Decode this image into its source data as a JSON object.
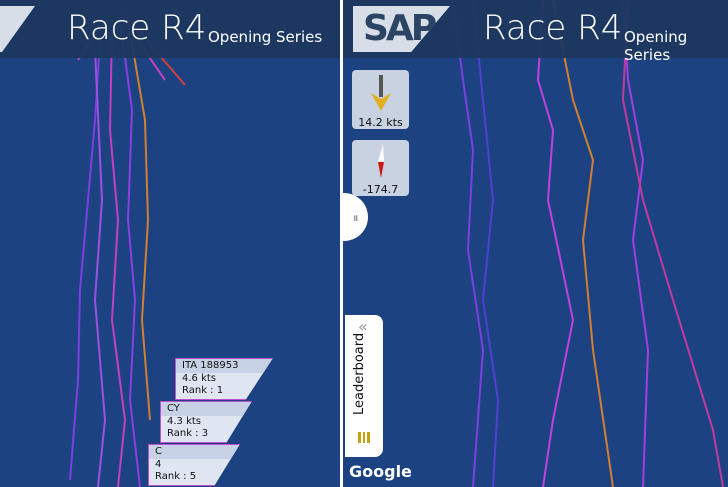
{
  "left": {
    "header": {
      "title": "Race R4",
      "subtitle": "Opening Series"
    },
    "boat_tags": [
      {
        "name": "C",
        "speed": "4",
        "rank": "Rank : 5"
      },
      {
        "name": "CY",
        "speed": "4.3 kts",
        "rank": "Rank : 3"
      },
      {
        "name": "ITA 188953",
        "speed": "4.6 kts",
        "rank": "Rank : 1"
      }
    ]
  },
  "right": {
    "header": {
      "logo": "SAP",
      "title": "Race R4",
      "subtitle": "Opening Series"
    },
    "wind": {
      "value": "14.2 kts",
      "icon": "wind-arrow-icon"
    },
    "heading": {
      "value": "-174.7",
      "icon": "compass-needle-icon"
    },
    "tab_handle": "॥",
    "leaderboard": {
      "chevron": "«",
      "label": "Leaderboard"
    },
    "attribution": "Google"
  },
  "colors": {
    "map": "#1d4282",
    "header": "#1c385f",
    "track_purple": "#8a3fe0",
    "track_magenta": "#c040c0",
    "track_orange": "#d08030"
  }
}
